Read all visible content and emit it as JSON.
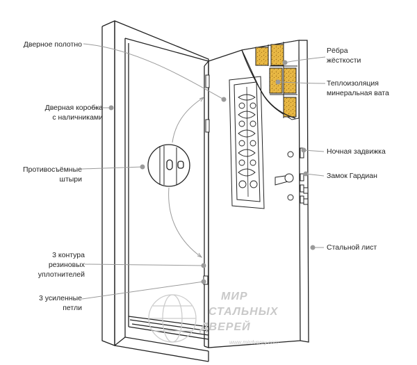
{
  "labels": {
    "door_leaf": "Дверное полотно",
    "door_frame": [
      "Дверная коробка",
      "с наличниками"
    ],
    "anti_removal_pins": [
      "Противосъёмные",
      "штыри"
    ],
    "rubber_seals": [
      "3 контура",
      "резиновых",
      "уплотнителей"
    ],
    "hinges": [
      "3 усиленные",
      "петли"
    ],
    "ribs": [
      "Рёбра",
      "жёсткости"
    ],
    "insulation": [
      "Теплоизоляция",
      "минеральная вата"
    ],
    "night_latch": "Ночная задвижка",
    "guardian_lock": "Замок Гардиан",
    "steel_sheet": "Стальной лист"
  },
  "watermark": {
    "line1": "МИР",
    "line2": "СТАЛЬНЫХ",
    "line3": "ДВЕРЕЙ",
    "url": "www.mirdverey.com"
  },
  "colors": {
    "line": "#222222",
    "leader": "#9a9a9a",
    "dot": "#9a9a9a",
    "insulation": "#e8b844",
    "insulation_dark": "#b8862a",
    "watermark": "#cccccc"
  }
}
